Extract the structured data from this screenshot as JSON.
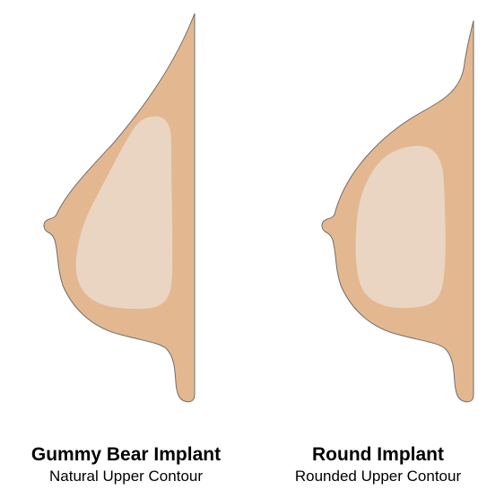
{
  "colors": {
    "tissue": "#E3B890",
    "implant": "#EAD5C3",
    "outline": "#6E6E6E",
    "background": "#FFFFFF"
  },
  "profiles": [
    {
      "title": "Gummy Bear Implant",
      "subtitle": "Natural Upper Contour"
    },
    {
      "title": "Round Implant",
      "subtitle": "Rounded Upper Contour"
    }
  ]
}
